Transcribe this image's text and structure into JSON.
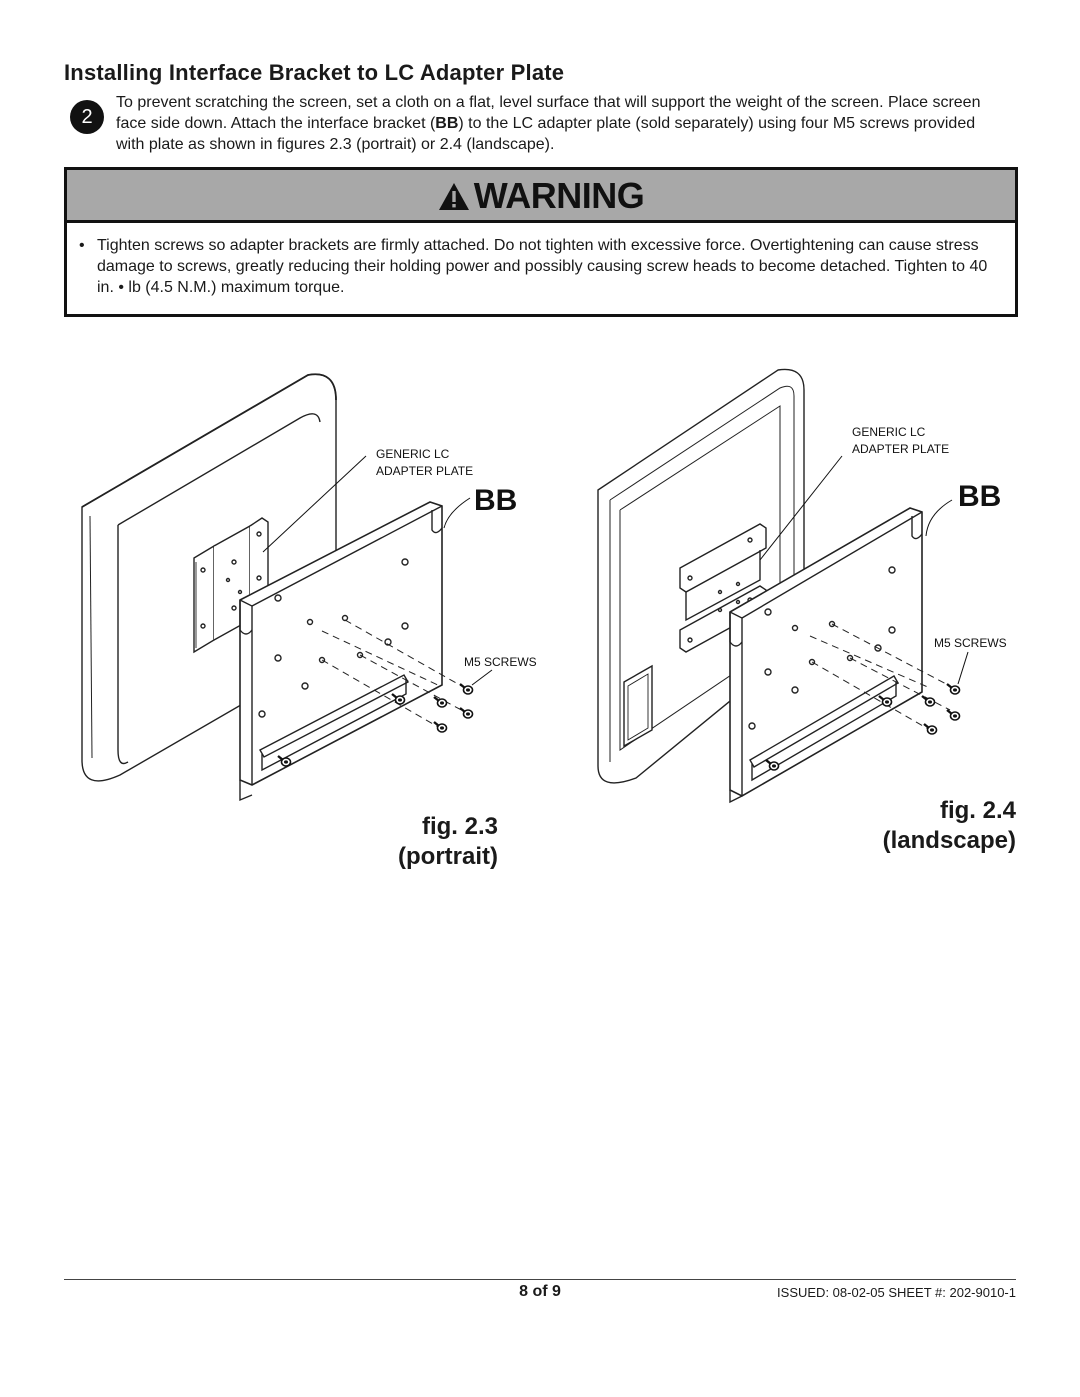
{
  "header": {
    "title": "Installing Interface Bracket to LC Adapter Plate"
  },
  "step": {
    "number": "2",
    "text_before": "To prevent scratching the screen, set a cloth on a flat, level surface that will support the weight of the screen. Place screen face side down. Attach the interface bracket (",
    "part_ref": "BB",
    "text_after": ") to the LC adapter plate (sold separately) using four M5 screws provided with plate as shown in figures 2.3 (portrait) or 2.4 (landscape)."
  },
  "warning": {
    "title": "WARNING",
    "icon": "warning-triangle-icon",
    "bullet": "•",
    "text": "Tighten screws so adapter brackets are firmly attached. Do not tighten with excessive force. Overtightening can cause stress damage to screws, greatly reducing their holding power and possibly causing screw heads to become detached. Tighten to 40 in. • lb (4.5 N.M.) maximum torque."
  },
  "figures": [
    {
      "callout_plate_line1": "GENERIC LC",
      "callout_plate_line2": "ADAPTER PLATE",
      "callout_part": "BB",
      "callout_screws": "M5 SCREWS",
      "caption_line1": "fig. 2.3",
      "caption_line2": "(portrait)"
    },
    {
      "callout_plate_line1": "GENERIC LC",
      "callout_plate_line2": "ADAPTER PLATE",
      "callout_part": "BB",
      "callout_screws": "M5 SCREWS",
      "caption_line1": "fig. 2.4",
      "caption_line2": "(landscape)"
    }
  ],
  "footer": {
    "page": "8 of 9",
    "issued": "ISSUED: 08-02-05 SHEET #: 202-9010-1"
  }
}
